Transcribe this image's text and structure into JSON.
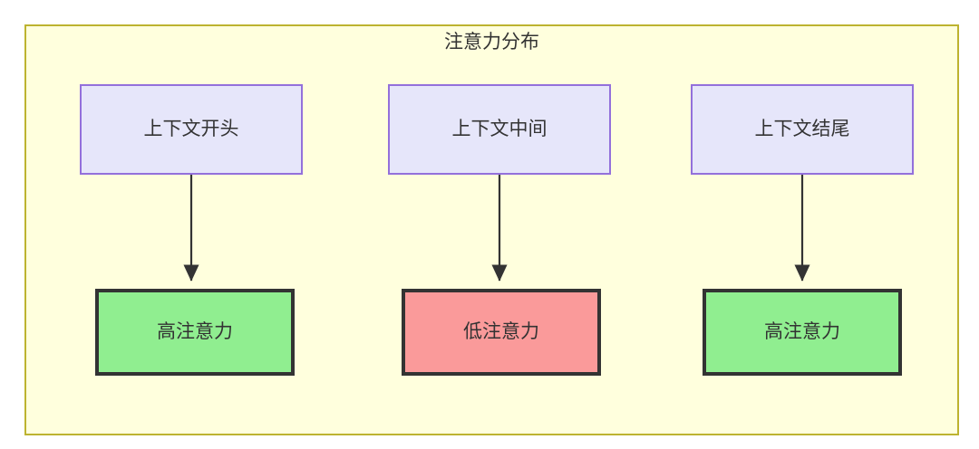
{
  "diagram": {
    "title": "注意力分布",
    "background_color": "#ffffdd",
    "frame_border_color": "#bdb330",
    "nodes": {
      "context": [
        {
          "id": "ctx-beginning",
          "label": "上下文开头",
          "fill": "#e6e6fa",
          "stroke": "#9370db"
        },
        {
          "id": "ctx-middle",
          "label": "上下文中间",
          "fill": "#e6e6fa",
          "stroke": "#9370db"
        },
        {
          "id": "ctx-end",
          "label": "上下文结尾",
          "fill": "#e6e6fa",
          "stroke": "#9370db"
        }
      ],
      "attention": [
        {
          "id": "attn-high-left",
          "label": "高注意力",
          "fill": "#90ee90",
          "stroke": "#333333"
        },
        {
          "id": "attn-low-middle",
          "label": "低注意力",
          "fill": "#fa9a9a",
          "stroke": "#333333"
        },
        {
          "id": "attn-high-right",
          "label": "高注意力",
          "fill": "#90ee90",
          "stroke": "#333333"
        }
      ]
    },
    "edges": [
      {
        "from": "ctx-beginning",
        "to": "attn-high-left",
        "label": ""
      },
      {
        "from": "ctx-middle",
        "to": "attn-low-middle",
        "label": ""
      },
      {
        "from": "ctx-end",
        "to": "attn-high-right",
        "label": ""
      }
    ],
    "edge_color": "#333333"
  }
}
